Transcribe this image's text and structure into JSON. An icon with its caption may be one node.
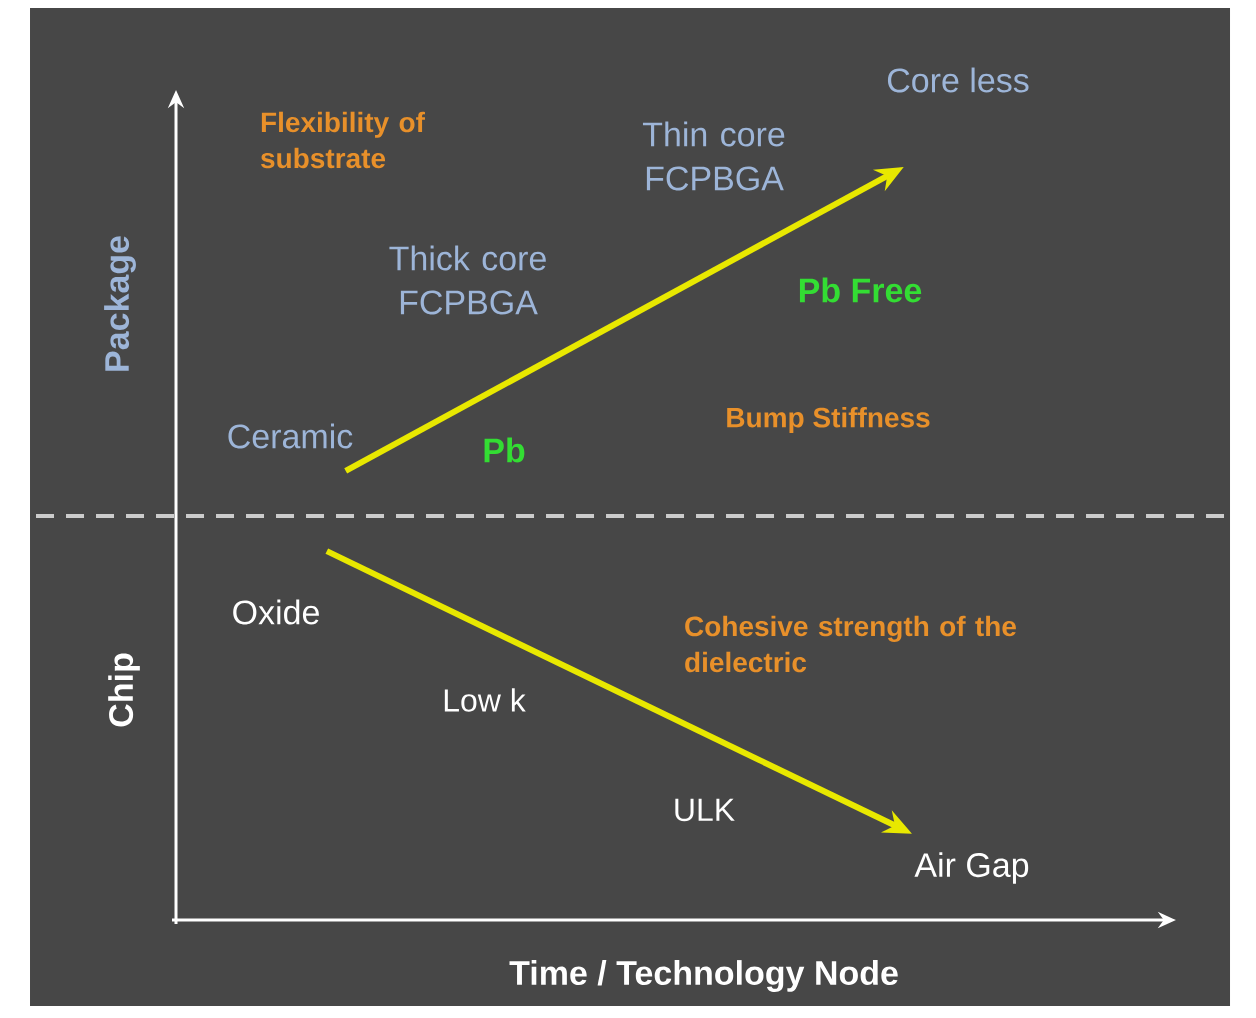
{
  "diagram": {
    "nodes": [
      {
        "text": [
          "Ceramic"
        ]
      },
      {
        "text": [
          "Core less"
        ]
      },
      {
        "text": [
          "Oxide"
        ]
      },
      {
        "text": [
          "Air Gap"
        ]
      }
    ],
    "edges": [
      {
        "from": 0,
        "to": 1,
        "arrow": "to"
      },
      {
        "from": 2,
        "to": 3,
        "arrow": "to"
      }
    ],
    "labels": [
      "Flexibility of substrate",
      "Thin core FCPBGA",
      "Thick core FCPBGA",
      "Pb Free",
      "Pb",
      "Bump Stiffness",
      "Cohesive strength of the dielectric",
      "Low k",
      "ULK",
      "Package",
      "Chip",
      "Time / Technology Node"
    ]
  }
}
